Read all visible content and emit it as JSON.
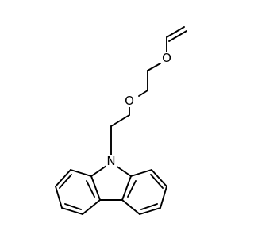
{
  "molecule": {
    "atoms": {
      "n": "N",
      "o_ether": "O",
      "o_vinyl": "O"
    },
    "colors": {
      "bond": "#000000",
      "label": "#000000",
      "background": "#ffffff"
    }
  }
}
